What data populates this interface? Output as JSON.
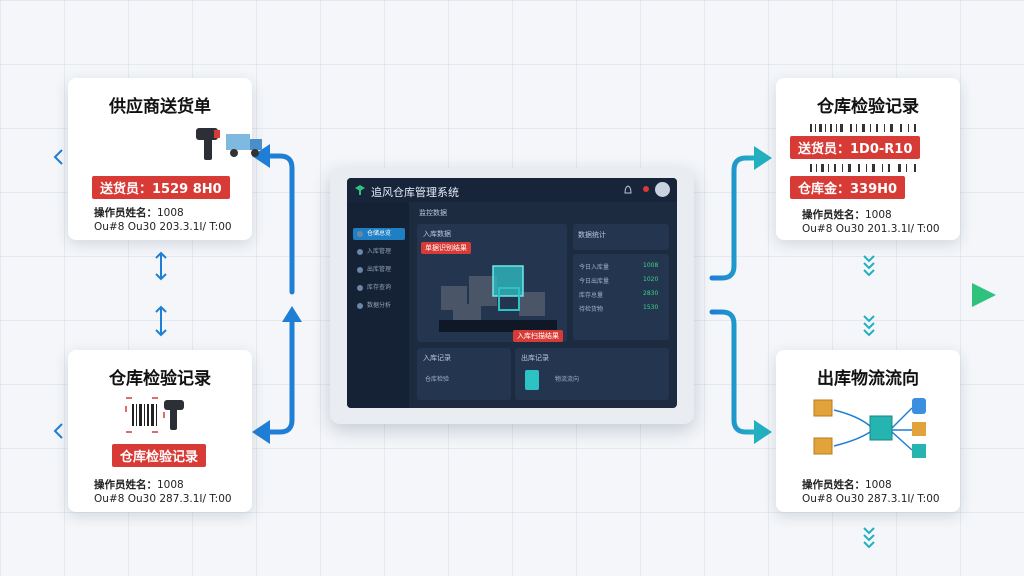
{
  "cards": {
    "supplier": {
      "title": "供应商送货单",
      "badge": "送货员：1529 8H0",
      "operator_label": "操作员姓名：",
      "operator_value": "1008",
      "time": "Ou#8 Ou30 203.3.1I/ T:00"
    },
    "inbound": {
      "title": "仓库检验记录",
      "badge": "仓库检验记录",
      "operator_label": "操作员姓名：",
      "operator_value": "1008",
      "time": "Ou#8 Ou30 287.3.1I/ T:00"
    },
    "inspection": {
      "title": "仓库检验记录",
      "badge1": "送货员：1D0-R10",
      "badge2": "仓库金：339H0",
      "operator_label": "操作员姓名：",
      "operator_value": "1008",
      "time": "Ou#8 Ou30 201.3.1I/ T:00"
    },
    "outbound": {
      "title": "出库物流流向",
      "operator_label": "操作员姓名：",
      "operator_value": "1008",
      "time": "Ou#8 Ou30 287.3.1I/ T:00"
    }
  },
  "dashboard": {
    "title": "追风仓库管理系统",
    "header_section": "监控数据",
    "sidebar": [
      "仓储总览",
      "入库管理",
      "出库管理",
      "库存查询",
      "数据分析"
    ],
    "panel_main_label": "入库数据",
    "panel_right_label": "数据统计",
    "tag_top": "单据识别结果",
    "tag_bottom": "入库扫描结果",
    "stats": [
      {
        "label": "今日入库量",
        "value": "1008"
      },
      {
        "label": "今日出库量",
        "value": "1020"
      },
      {
        "label": "库存总量",
        "value": "2830"
      },
      {
        "label": "待检货物",
        "value": "1530"
      }
    ],
    "bottom_left_label": "入库记录",
    "bottom_left_row": "仓库检验",
    "bottom_right_label": "出库记录",
    "bottom_right_row": "物流流向"
  },
  "colors": {
    "accent_red": "#d83a36",
    "flow_blue": "#1f7fd6",
    "flow_green": "#2ec27e",
    "dash_bg": "#1c2b40"
  }
}
